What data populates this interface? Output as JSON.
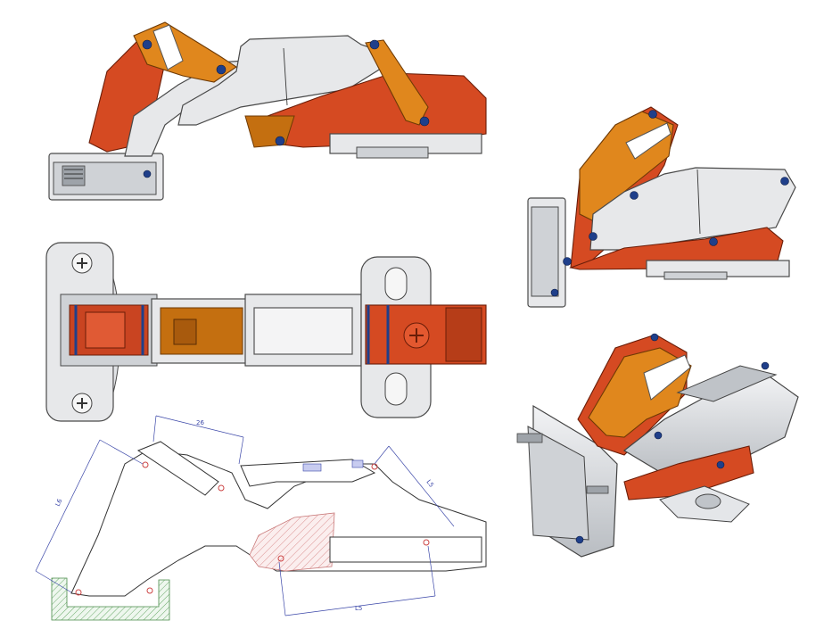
{
  "dimensions": {
    "top": "26",
    "left": "L6",
    "right": "L5",
    "bottom": "L5"
  },
  "colors": {
    "steel": "#e7e8ea",
    "red_part": "#d54a22",
    "orange_part": "#e0871d",
    "pin": "#1f3f8a",
    "dimension_line": "#3a46a8"
  }
}
